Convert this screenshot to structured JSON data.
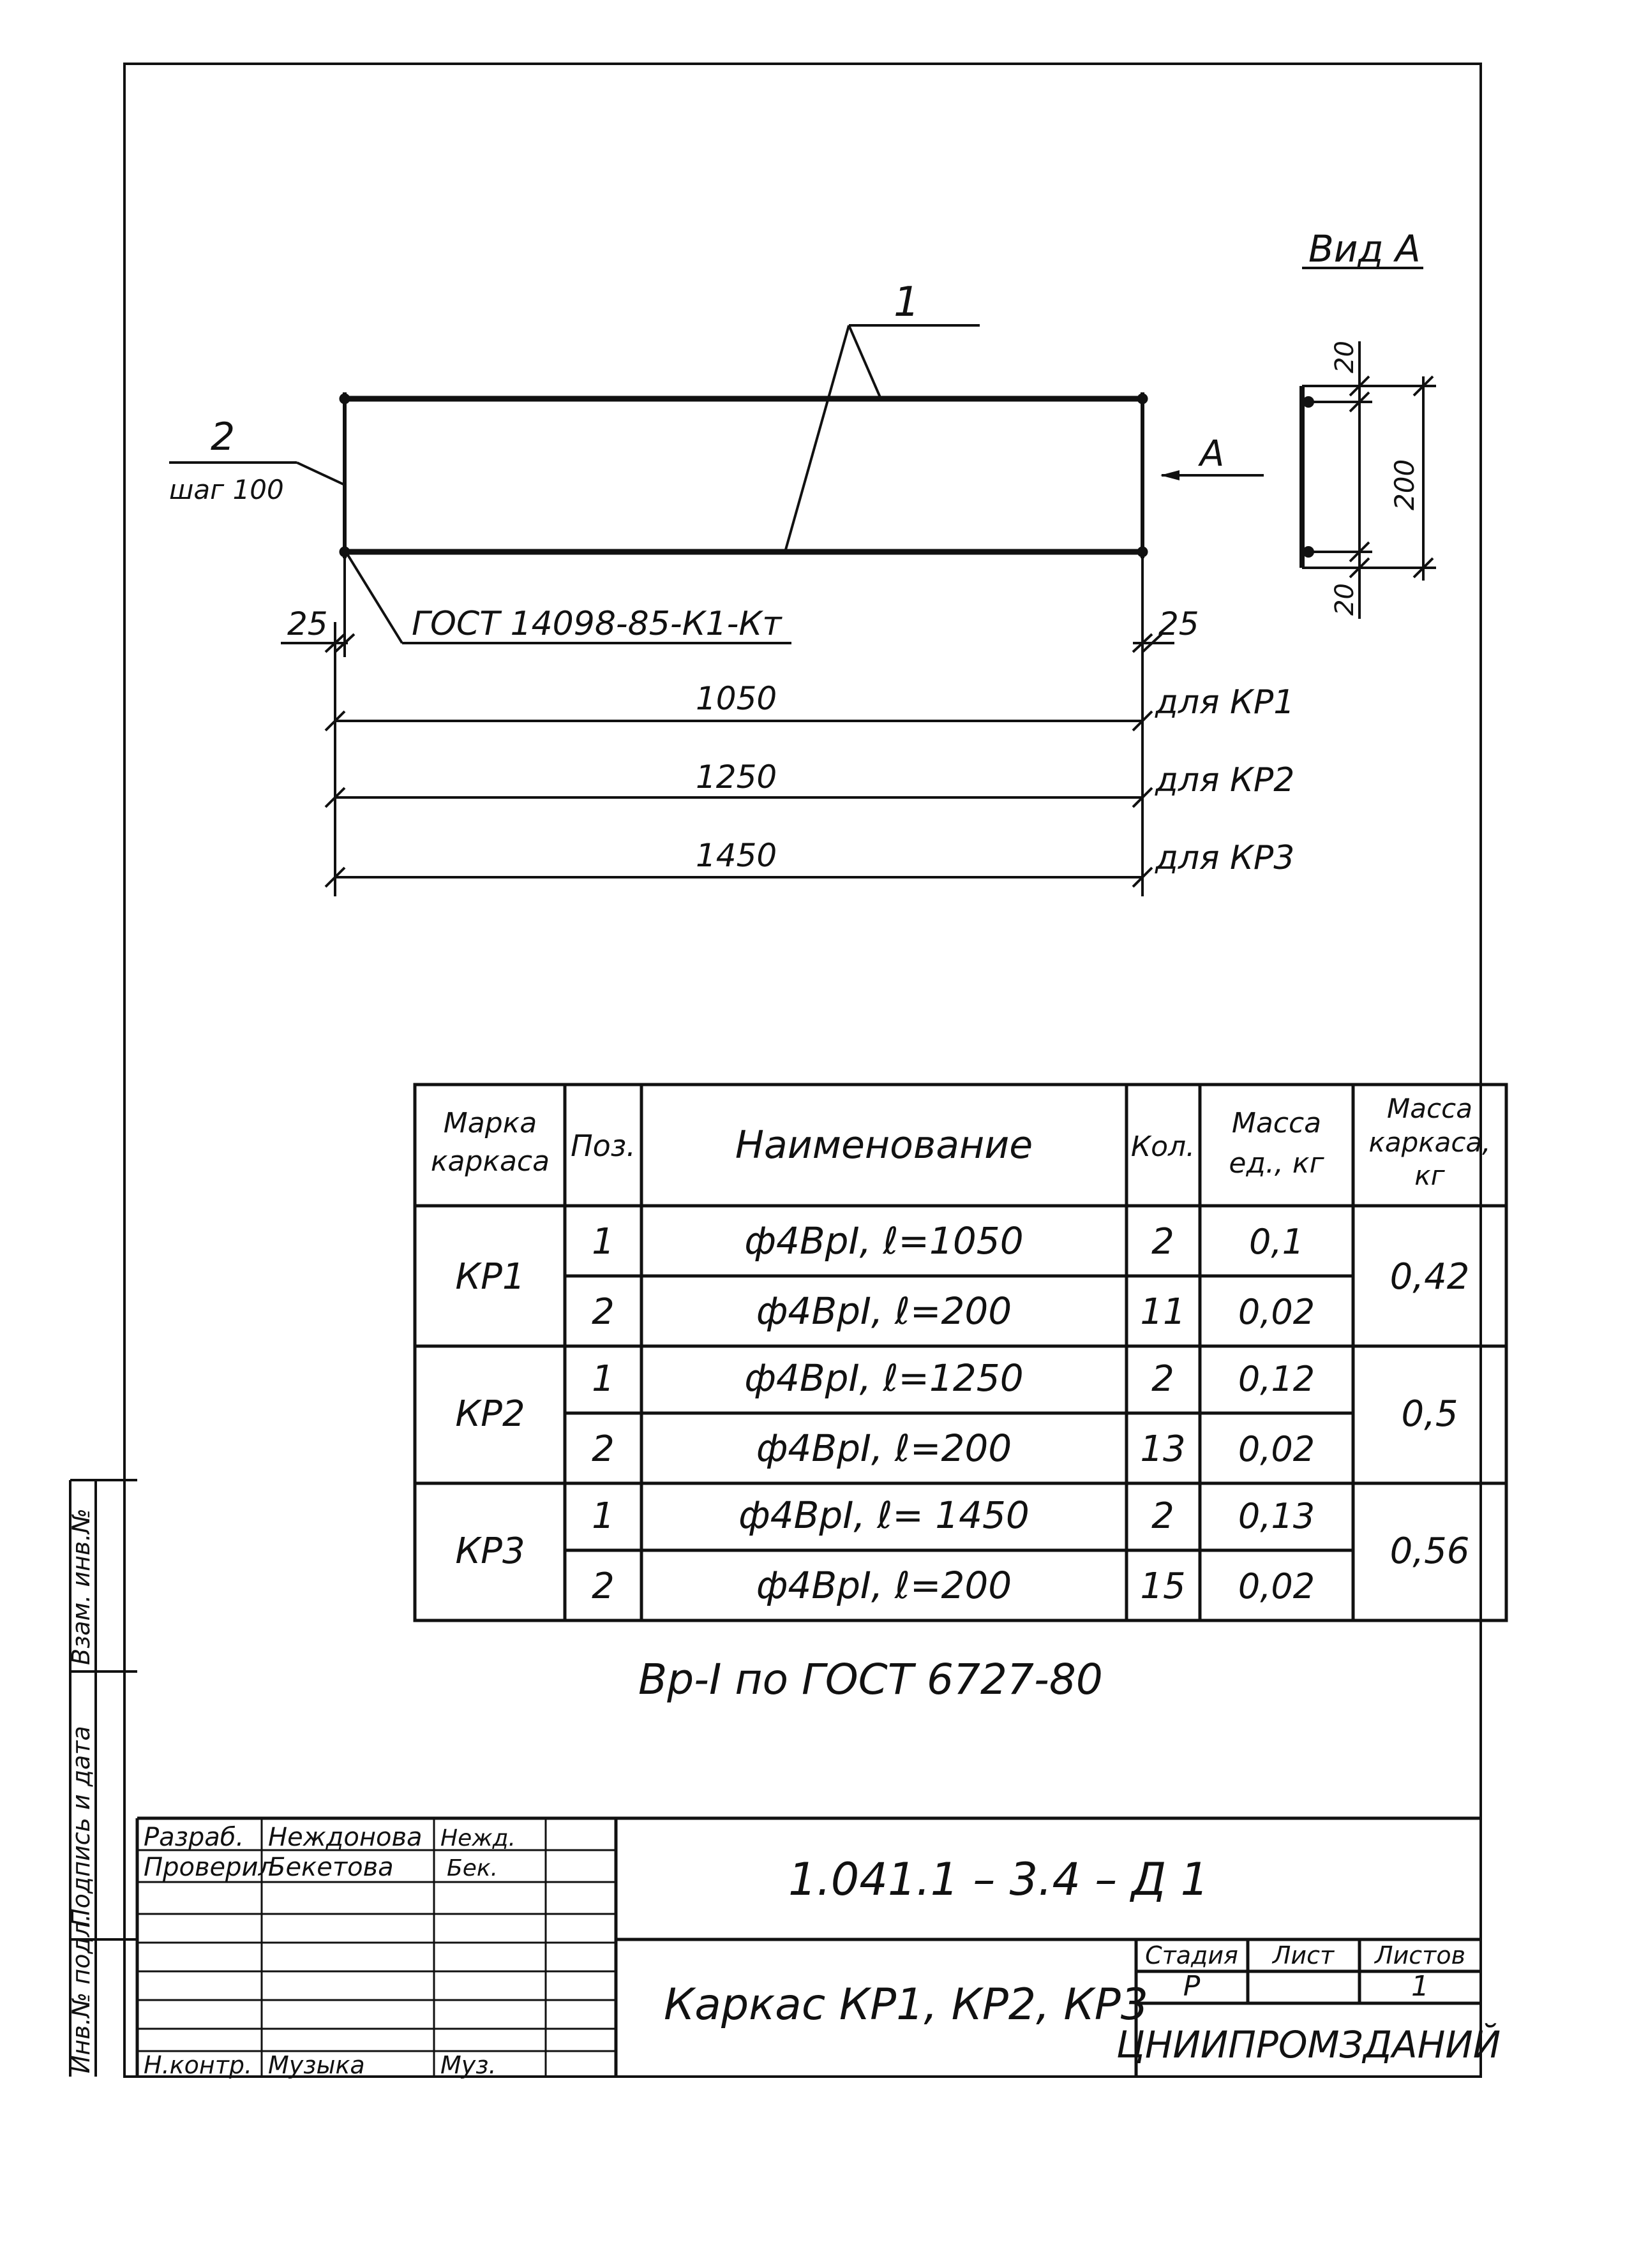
{
  "drawing": {
    "view_label": "Вид А",
    "callout_1": "1",
    "callout_2": "2",
    "step_label": "шаг 100",
    "arrow_label": "А",
    "gost_label": "ГОСТ 14098-85-К1-Кт",
    "dim_25_left": "25",
    "dim_25_right": "25",
    "dim_1050": "1050",
    "dim_1250": "1250",
    "dim_1450": "1450",
    "for_kr1": "для КР1",
    "for_kr2": "для КР2",
    "for_kr3": "для КР3",
    "section_dim_20_top": "20",
    "section_dim_200": "200",
    "section_dim_20_bottom": "20"
  },
  "spec_table": {
    "headers": {
      "mark": [
        "Марка",
        "каркаса"
      ],
      "pos": "Поз.",
      "name": "Наименование",
      "qty": "Кол.",
      "unit_mass": [
        "Масса",
        "ед., кг"
      ],
      "frame_mass": [
        "Масса",
        "каркаса,",
        "кг"
      ]
    },
    "groups": [
      {
        "mark": "КР1",
        "total": "0,42",
        "rows": [
          {
            "pos": "1",
            "name": "ф4ВрI, ℓ=1050",
            "qty": "2",
            "mass": "0,1"
          },
          {
            "pos": "2",
            "name": "ф4ВрI, ℓ=200",
            "qty": "11",
            "mass": "0,02"
          }
        ]
      },
      {
        "mark": "КР2",
        "total": "0,5",
        "rows": [
          {
            "pos": "1",
            "name": "ф4ВрI, ℓ=1250",
            "qty": "2",
            "mass": "0,12"
          },
          {
            "pos": "2",
            "name": "ф4ВрI, ℓ=200",
            "qty": "13",
            "mass": "0,02"
          }
        ]
      },
      {
        "mark": "КР3",
        "total": "0,56",
        "rows": [
          {
            "pos": "1",
            "name": "ф4ВрI, ℓ= 1450",
            "qty": "2",
            "mass": "0,13"
          },
          {
            "pos": "2",
            "name": "ф4ВрI, ℓ=200",
            "qty": "15",
            "mass": "0,02"
          }
        ]
      }
    ]
  },
  "note": "Вр-I по ГОСТ 6727-80",
  "title_block": {
    "code": "1.041.1 – 3.4 – Д 1",
    "title": "Каркас КР1, КР2, КР3",
    "stage_header": "Стадия",
    "sheet_header": "Лист",
    "sheets_header": "Листов",
    "stage": "Р",
    "sheets": "1",
    "organization": "ЦНИИПРОМЗДАНИЙ",
    "roles": [
      {
        "role": "Разраб.",
        "name": "Неждонова",
        "signature": "Нежд."
      },
      {
        "role": "Проверил",
        "name": "Бекетова",
        "signature": "Бек."
      },
      {
        "role": "Н.контр.",
        "name": "Музыка",
        "signature": "Муз."
      }
    ]
  },
  "side_stamp": {
    "inv_orig": "Инв.№ подл.",
    "sign_date": "Подпись и дата",
    "inv_replace": "Взам. инв.№"
  }
}
